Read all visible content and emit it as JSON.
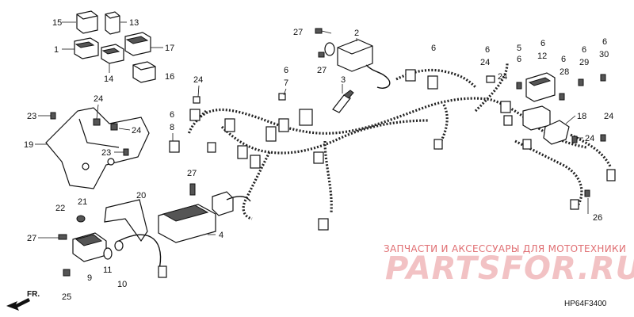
{
  "labels": {
    "p15": "15",
    "p13": "13",
    "p1": "1",
    "p17": "17",
    "p14": "14",
    "p16": "16",
    "p2": "2",
    "p27a": "27",
    "p27b": "27",
    "p3": "3",
    "p6a": "6",
    "p6b": "6",
    "p6c": "6",
    "p6d": "6",
    "p6e": "6",
    "p6f": "6",
    "p6g": "6",
    "p6h": "6",
    "p12": "12",
    "p5": "5",
    "p28": "28",
    "p29": "29",
    "p30": "30",
    "p24a": "24",
    "p24b": "24",
    "p24c": "24",
    "p24d": "24",
    "p24e": "24",
    "p24f": "24",
    "p24g": "24",
    "p7": "7",
    "p8": "8",
    "p18": "18",
    "p23a": "23",
    "p23b": "23",
    "p19": "19",
    "p27c": "27",
    "p21": "21",
    "p20": "20",
    "p22": "22",
    "p27d": "27",
    "p4": "4",
    "p26": "26",
    "p9": "9",
    "p11": "11",
    "p10": "10",
    "p25": "25"
  },
  "watermark": {
    "caption": "ЗАПЧАСТИ И АКСЕССУАРЫ ДЛЯ МОТОТЕХНИКИ",
    "logo": "PARTSFOR.RU"
  },
  "diagram_code": "HP64F3400",
  "direction_label": "FR."
}
